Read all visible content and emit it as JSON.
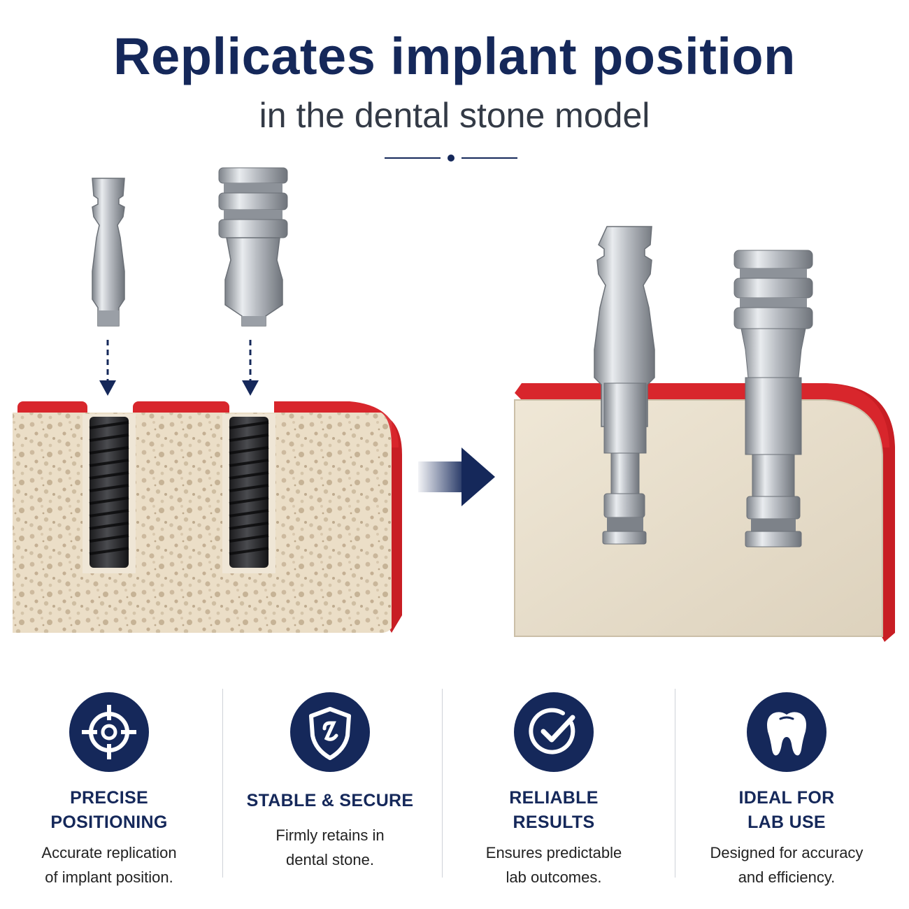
{
  "header": {
    "title": "Replicates implant position",
    "subtitle": "in the dental stone model"
  },
  "colors": {
    "navy": "#15285a",
    "red": "#d8262c",
    "stone": "#e9dfcc",
    "metal": "#b8bcc2"
  },
  "features": [
    {
      "icon": "target-icon",
      "title_line1": "PRECISE",
      "title_line2": "POSITIONING",
      "desc_line1": "Accurate replication",
      "desc_line2": "of implant position."
    },
    {
      "icon": "shield-icon",
      "title_line1": "STABLE & SECURE",
      "title_line2": "",
      "desc_line1": "Firmly retains in",
      "desc_line2": "dental stone."
    },
    {
      "icon": "check-circle-icon",
      "title_line1": "RELIABLE",
      "title_line2": "RESULTS",
      "desc_line1": "Ensures predictable",
      "desc_line2": "lab outcomes."
    },
    {
      "icon": "tooth-icon",
      "title_line1": "IDEAL FOR",
      "title_line2": "LAB USE",
      "desc_line1": "Designed for accuracy",
      "desc_line2": "and efficiency."
    }
  ]
}
